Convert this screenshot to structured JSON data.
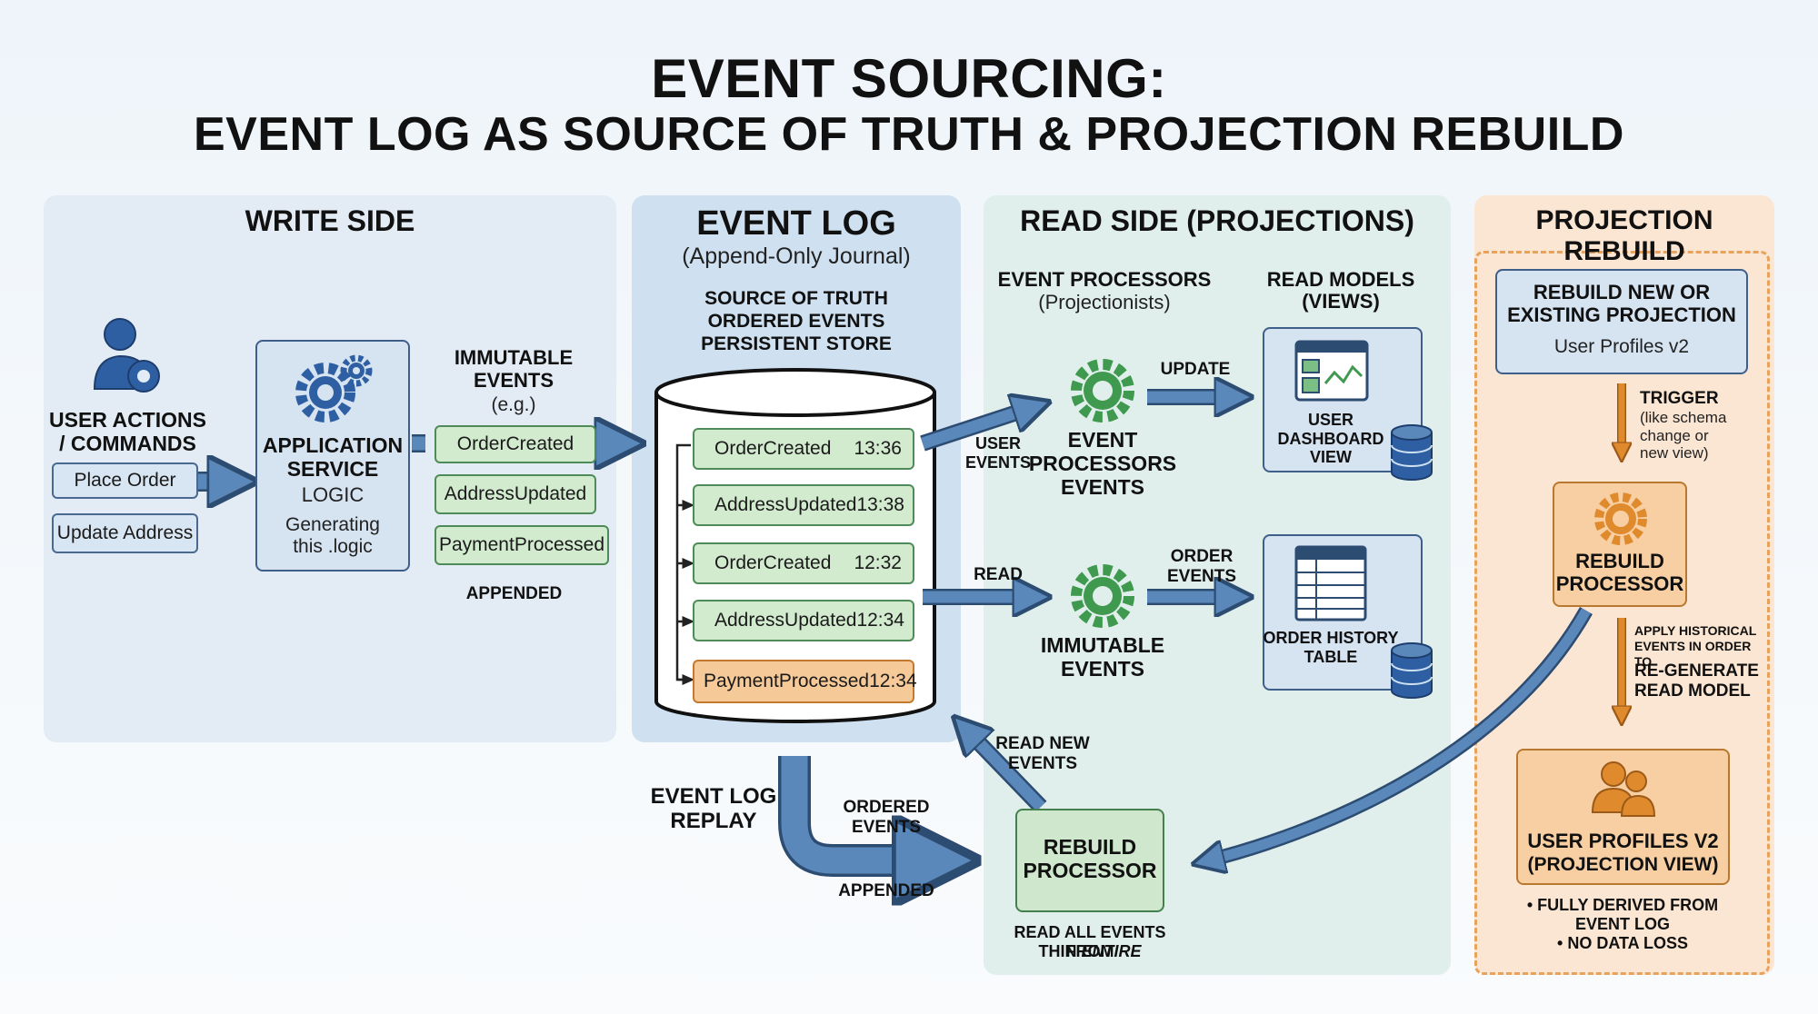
{
  "title": {
    "line1": "EVENT SOURCING:",
    "line2": "EVENT LOG AS SOURCE OF TRUTH  & PROJECTION REBUILD"
  },
  "write_side": {
    "header": "WRITE SIDE",
    "user_label": "USER ACTIONS / COMMANDS",
    "commands": [
      "Place Order",
      "Update Address"
    ],
    "service_title": "APPLICATION SERVICE",
    "service_sub": "LOGIC",
    "service_note": "Generating this .logic",
    "immutable_title": "IMMUTABLE EVENTS",
    "immutable_sub": "(e.g.)",
    "events": [
      "OrderCreated",
      "AddressUpdated",
      "PaymentProcessed"
    ],
    "appended": "APPENDED"
  },
  "event_log": {
    "header": "EVENT LOG",
    "sub": "(Append-Only Journal)",
    "desc": [
      "SOURCE OF TRUTH",
      "ORDERED EVENTS",
      "PERSISTENT STORE"
    ],
    "entries": [
      {
        "name": "OrderCreated",
        "time": "13:36"
      },
      {
        "name": "AddressUpdated",
        "time": "13:38"
      },
      {
        "name": "OrderCreated",
        "time": "12:32"
      },
      {
        "name": "AddressUpdated",
        "time": "12:34"
      },
      {
        "name": "PaymentProcessed",
        "time": "12:34"
      }
    ],
    "replay_label": "EVENT LOG REPLAY",
    "ordered_events": "ORDERED EVENTS",
    "appended": "APPENDED"
  },
  "read_side": {
    "header": "READ SIDE (PROJECTIONS)",
    "processors_title": "EVENT PROCESSORS",
    "processors_sub": "(Projectionists)",
    "models_title": "READ MODELS",
    "models_sub": "(VIEWS)",
    "user_events": "USER EVENTS",
    "proc1_label": "EVENT PROCESSORS EVENTS",
    "update": "UPDATE",
    "view1": "USER DASHBOARD VIEW",
    "read": "READ",
    "proc2_label": "IMMUTABLE EVENTS",
    "order_events": "ORDER EVENTS",
    "view2": "ORDER HISTORY TABLE",
    "read_new": "READ NEW EVENTS",
    "rebuild_proc": "REBUILD PROCESSOR",
    "read_all_line1": "READ ALL EVENTS FROM",
    "read_all_line2a": "THIN ",
    "read_all_line2b": "ENTIRE"
  },
  "rebuild": {
    "header": "PROJECTION REBUILD",
    "top_title": "REBUILD NEW OR EXISTING PROJECTION",
    "top_sub": "User Profiles v2",
    "trigger_title": "TRIGGER",
    "trigger_note": "(like schema change or new view)",
    "proc_label": "REBUILD PROCESSOR",
    "apply_line": "APPLY HISTORICAL EVENTS IN ORDER TO",
    "regen": "RE-GENERATE READ MODEL",
    "result_title": "USER PROFILES V2",
    "result_sub": "(PROJECTION VIEW)",
    "bullets": [
      "• FULLY DERIVED FROM",
      "EVENT LOG",
      "• NO DATA LOSS"
    ]
  },
  "colors": {
    "arrow_blue": "#5b88ba",
    "arrow_orange": "#e08a2e",
    "gear_blue": "#2f5fa3",
    "gear_green": "#3f9a50",
    "gear_orange": "#e08a2e"
  }
}
